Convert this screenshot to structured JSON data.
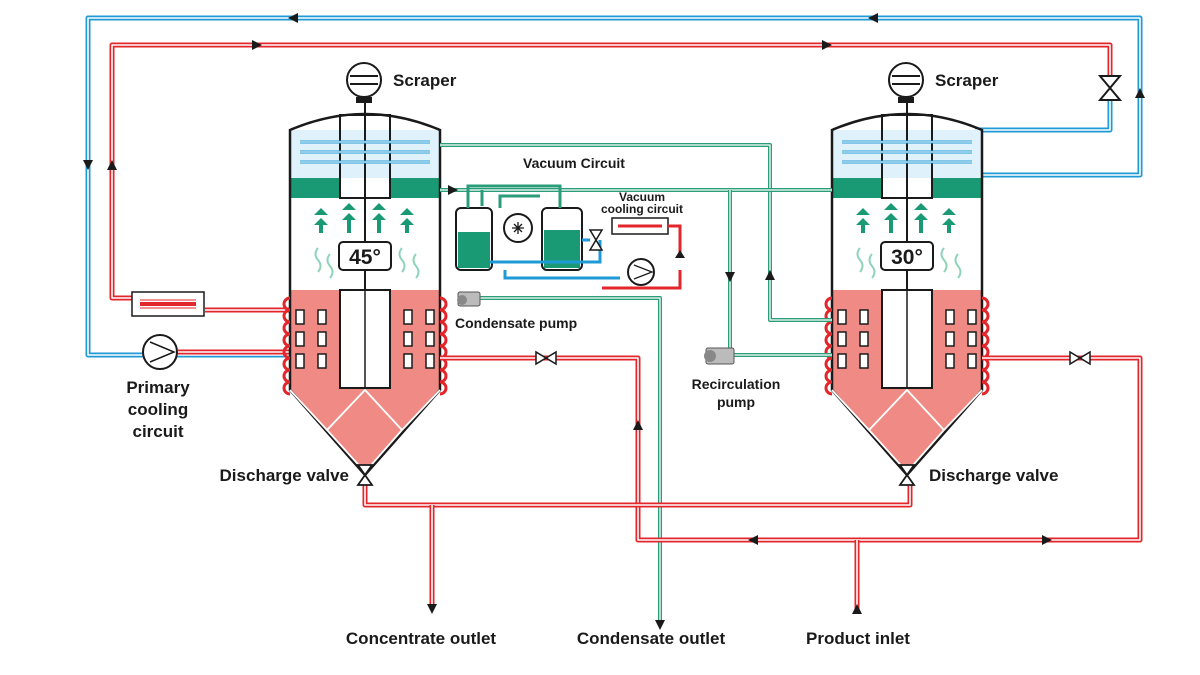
{
  "labels": {
    "scraper_left": "Scraper",
    "scraper_right": "Scraper",
    "vacuum_circuit": "Vacuum Circuit",
    "vacuum_cooling_line1": "Vacuum",
    "vacuum_cooling_line2": "cooling circuit",
    "condensate_pump": "Condensate pump",
    "recirculation_line1": "Recirculation",
    "recirculation_line2": "pump",
    "primary_line1": "Primary",
    "primary_line2": "cooling",
    "primary_line3": "circuit",
    "discharge_left": "Discharge valve",
    "discharge_right": "Discharge valve",
    "concentrate_outlet": "Concentrate outlet",
    "condensate_outlet": "Condensate outlet",
    "product_inlet": "Product inlet"
  },
  "vessels": {
    "left_temperature": "45°",
    "right_temperature": "30°"
  },
  "colors": {
    "hot_line": "#e3262b",
    "cold_line": "#1f9ad6",
    "vacuum_line": "#2a9d78",
    "product": "#f08a84",
    "vapor": "#1a9a74",
    "frame": "#1a1a1a"
  }
}
